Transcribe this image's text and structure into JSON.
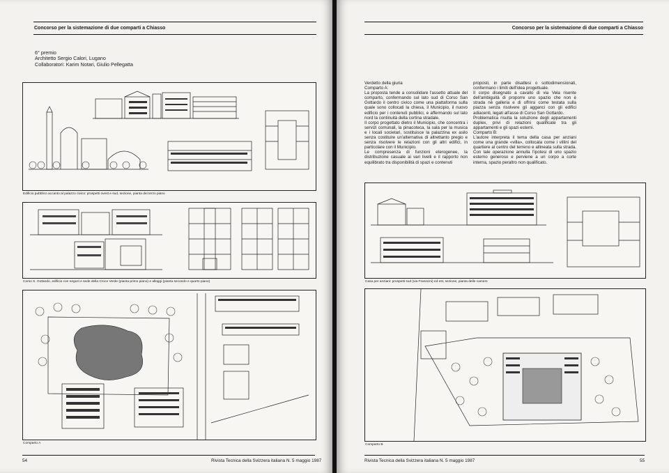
{
  "left_page": {
    "header": "Concorso per la sistemazione di due comparti a Chiasso",
    "credits": [
      "6° premio",
      "Architetto Sergio Calori, Lugano",
      "Collaboratori: Karim Notari, Giulio Pellegatta"
    ],
    "captions": [
      "Edificio pubblico accanto al palazzo civico: prospetti ovest e sud, sezione, pianta del terzo piano",
      "Corso S. Gottardo, edificio con negozi e sede della Croce Verde (pianta primo piano) e alloggi (pianta secondo e quarto piano)",
      "Comparto A"
    ],
    "page_number": "54",
    "footer": "Rivista Tecnica della Svizzera italiana N. 5 maggio 1987"
  },
  "right_page": {
    "header": "Concorso per la sistemazione di due comparti a Chiasso",
    "text_col1": [
      "Verdetto della giuria",
      "Comparto A:",
      "La proposta tende a consolidare l'assetto attuale del comparto, confermando sul lato sud di Corso San Gottardo il centro civico come una piattaforma sulla quale sono collocati la chiesa, il Municipio, il nuovo edificio per i contenuti pubblici, e affermando sul lato nord la continuità della cortina stradale.",
      "Il corpo progettato dietro il Municipio, che concentra i servizi comunali, la pinacoteca, la sala per la musica e i locali societari, sostituisce la palazzina ex asilo senza costituire un'alternativa di altrettanto pregio e senza risolvere le relazioni con gli altri edifici, in particolare con il Municipio.",
      "Le compresenza di funzioni eterogenee, la distribuzione casuale ai vari livelli e il rapporto non equilibrato tra disponibilità di spazi e contenuti"
    ],
    "text_col2": [
      "proposti, in parte disattesi o sottodimensionati, confermano i limiti dell'idea progettuale.",
      "Il corpo disegnato a cavallo di via Vela risente dell'ambiguità di proporre uno spazio che non è strada nè galleria e di offrirsi come testata sulla piazza senza risolvere gli agganci con gli edifici adiacenti, legati all'asse di Corso San Gottardo.",
      "Problematica risulta la soluzione degli appartamenti duplex, privi di relazioni qualificate tra gli appartamenti e gli spazi esterni.",
      "Comparto B:",
      "L'autore interpreta il tema della casa per anziani come una grande «villa», collocata come i villini del quartiere al centro del terreno e allineata sulla strada. Con tale operazione annulla l'ipotesi di uno spazio esterno generoso e perviene a un corpo a corte interna, spazio peraltro non qualificato."
    ],
    "captions": [
      "Casa per anziani: prospetti sud (via Franscini) ed est, sezione, pianta delle camere",
      "Comparto B"
    ],
    "page_number": "55",
    "footer": "Rivista Tecnica della Svizzera italiana N. 5 maggio 1987"
  }
}
